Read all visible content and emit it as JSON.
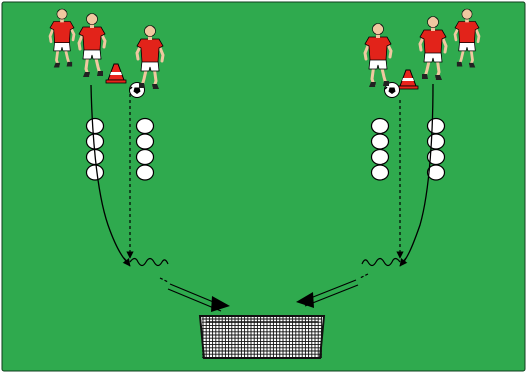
{
  "pitch": {
    "color": "#2faa4e",
    "border": "#0f3d1c"
  },
  "colors": {
    "shirt": "#e2231a",
    "shorts": "#ffffff",
    "skin": "#f0c8a0",
    "hair": "#1a1a1a",
    "line": "#000000",
    "cone": "#e8241c",
    "cone_stripe": "#ffffff",
    "hurdle_fill": "#ffffff",
    "goal_net": "#111111"
  },
  "players": [
    {
      "id": "left-back"
    },
    {
      "id": "left-queue"
    },
    {
      "id": "left-dribbler"
    },
    {
      "id": "right-dribbler"
    },
    {
      "id": "right-queue"
    },
    {
      "id": "right-back"
    }
  ],
  "cones": [
    {
      "id": "left-cone"
    },
    {
      "id": "right-cone"
    }
  ],
  "balls": [
    {
      "id": "left-ball"
    },
    {
      "id": "right-ball"
    }
  ],
  "hurdle_columns": [
    {
      "id": "left-outer",
      "count": 4
    },
    {
      "id": "left-inner",
      "count": 4
    },
    {
      "id": "right-inner",
      "count": 4
    },
    {
      "id": "right-outer",
      "count": 4
    }
  ],
  "goal": {
    "id": "small-goal"
  }
}
